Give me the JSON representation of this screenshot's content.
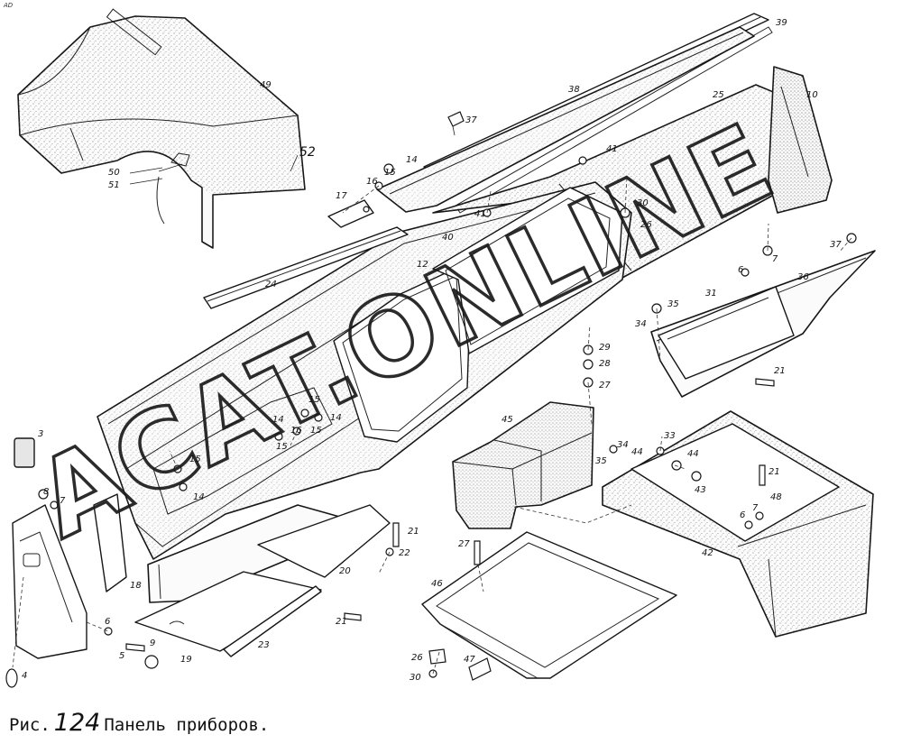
{
  "corner_mark": "AD",
  "caption": {
    "prefix": "Рис.",
    "number": "124",
    "title": "Панель приборов."
  },
  "watermark": {
    "text": "ACAT.ONLINE"
  },
  "callouts": [
    {
      "id": "c49",
      "text": "49"
    },
    {
      "id": "c52",
      "text": "52"
    },
    {
      "id": "c50",
      "text": "50"
    },
    {
      "id": "c51",
      "text": "51"
    },
    {
      "id": "c39",
      "text": "39"
    },
    {
      "id": "c38",
      "text": "38"
    },
    {
      "id": "c25",
      "text": "25"
    },
    {
      "id": "c10",
      "text": "10"
    },
    {
      "id": "c37a",
      "text": "37"
    },
    {
      "id": "c41a",
      "text": "41"
    },
    {
      "id": "c14a",
      "text": "14"
    },
    {
      "id": "c15a",
      "text": "15"
    },
    {
      "id": "c16",
      "text": "16"
    },
    {
      "id": "c17",
      "text": "17"
    },
    {
      "id": "c41b",
      "text": "41"
    },
    {
      "id": "c30a",
      "text": "30"
    },
    {
      "id": "c26a",
      "text": "26"
    },
    {
      "id": "c40",
      "text": "40"
    },
    {
      "id": "c37b",
      "text": "37"
    },
    {
      "id": "c7a",
      "text": "7"
    },
    {
      "id": "c6a",
      "text": "6"
    },
    {
      "id": "c36",
      "text": "36"
    },
    {
      "id": "c12",
      "text": "12"
    },
    {
      "id": "c24",
      "text": "24"
    },
    {
      "id": "c31",
      "text": "31"
    },
    {
      "id": "c35",
      "text": "35"
    },
    {
      "id": "c34a",
      "text": "34"
    },
    {
      "id": "c29",
      "text": "29"
    },
    {
      "id": "c28",
      "text": "28"
    },
    {
      "id": "c27a",
      "text": "27"
    },
    {
      "id": "c21a",
      "text": "21"
    },
    {
      "id": "c15b",
      "text": "15"
    },
    {
      "id": "c14b",
      "text": "14"
    },
    {
      "id": "c15c",
      "text": "15"
    },
    {
      "id": "c16b",
      "text": "16"
    },
    {
      "id": "c15d",
      "text": "15"
    },
    {
      "id": "c14c",
      "text": "14"
    },
    {
      "id": "c3",
      "text": "3"
    },
    {
      "id": "c15e",
      "text": "15"
    },
    {
      "id": "c14d",
      "text": "14"
    },
    {
      "id": "c45",
      "text": "45"
    },
    {
      "id": "c34b",
      "text": "34"
    },
    {
      "id": "c33",
      "text": "33"
    },
    {
      "id": "c35b",
      "text": "35"
    },
    {
      "id": "c44a",
      "text": "44"
    },
    {
      "id": "c44b",
      "text": "44"
    },
    {
      "id": "c43",
      "text": "43"
    },
    {
      "id": "c21b",
      "text": "21"
    },
    {
      "id": "c48",
      "text": "48"
    },
    {
      "id": "c7b",
      "text": "7"
    },
    {
      "id": "c6b",
      "text": "6"
    },
    {
      "id": "c42",
      "text": "42"
    },
    {
      "id": "c8",
      "text": "8"
    },
    {
      "id": "c7c",
      "text": "7"
    },
    {
      "id": "c21c",
      "text": "21"
    },
    {
      "id": "c22",
      "text": "22"
    },
    {
      "id": "c20",
      "text": "20"
    },
    {
      "id": "c18",
      "text": "18"
    },
    {
      "id": "c27b",
      "text": "27"
    },
    {
      "id": "c46",
      "text": "46"
    },
    {
      "id": "c21d",
      "text": "21"
    },
    {
      "id": "c6c",
      "text": "6"
    },
    {
      "id": "c9",
      "text": "9"
    },
    {
      "id": "c5",
      "text": "5"
    },
    {
      "id": "c19",
      "text": "19"
    },
    {
      "id": "c23",
      "text": "23"
    },
    {
      "id": "c4",
      "text": "4"
    },
    {
      "id": "c26b",
      "text": "26"
    },
    {
      "id": "c30b",
      "text": "30"
    },
    {
      "id": "c47",
      "text": "47"
    }
  ]
}
